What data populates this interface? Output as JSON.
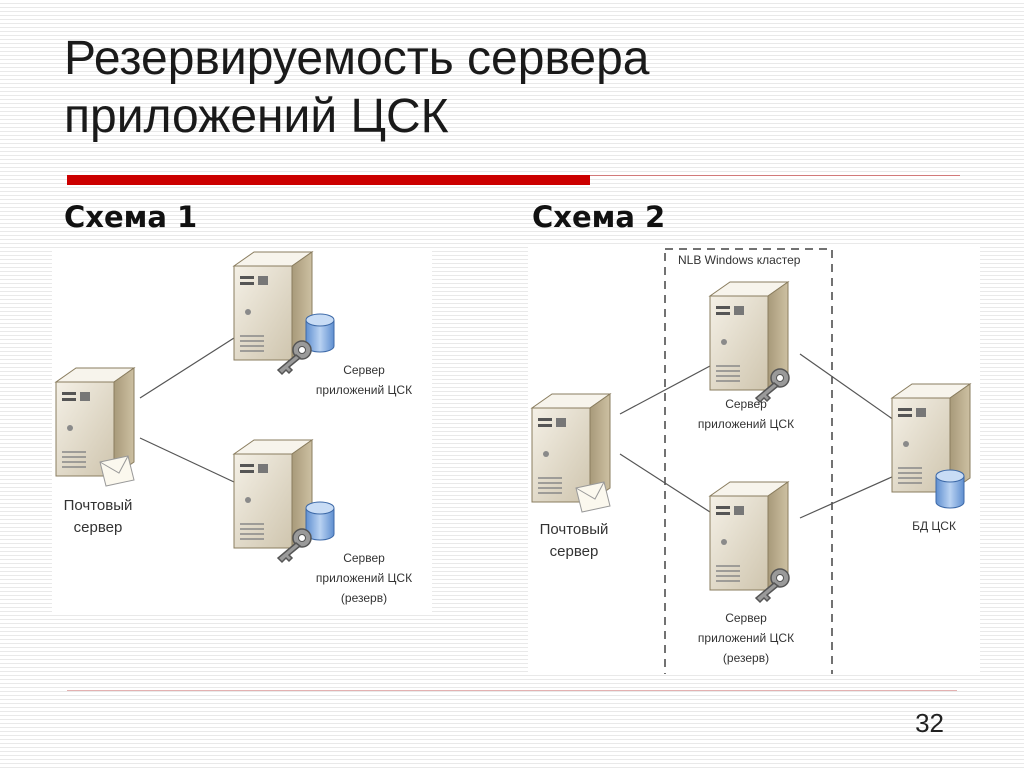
{
  "slide": {
    "title_line1": "Резервируемость сервера",
    "title_line2": "приложений ЦСК",
    "page_number": "32"
  },
  "schema1": {
    "heading": "Схема 1",
    "mail_server": [
      "Почтовый",
      "сервер"
    ],
    "app_server": [
      "Сервер",
      "приложений ЦСК"
    ],
    "app_server_backup": [
      "Сервер",
      "приложений ЦСК",
      "(резерв)"
    ]
  },
  "schema2": {
    "heading": "Схема 2",
    "cluster_label": "NLB Windows кластер",
    "mail_server": [
      "Почтовый",
      "сервер"
    ],
    "app_server": [
      "Сервер",
      "приложений ЦСК"
    ],
    "app_server_backup": [
      "Сервер",
      "приложений ЦСК",
      "(резерв)"
    ],
    "db_server": "БД ЦСК"
  },
  "icons": {
    "server": "server-tower-icon",
    "database": "database-cylinder-icon",
    "key": "key-icon",
    "envelope": "envelope-icon"
  },
  "colors": {
    "accent": "#cc0000",
    "server_front": "#e8e1d0",
    "server_side": "#bcae8e",
    "database": "#8db3e2"
  }
}
